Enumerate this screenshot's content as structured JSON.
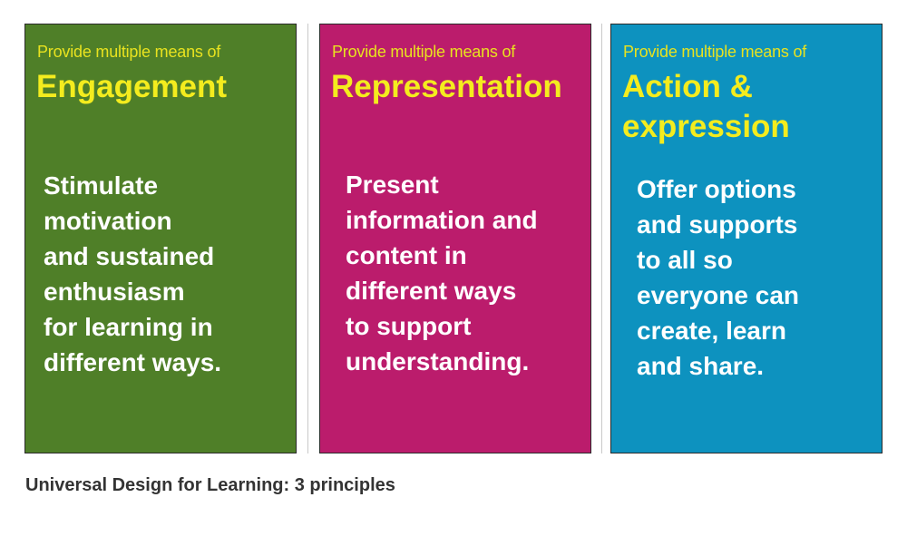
{
  "principles": [
    {
      "kicker": "Provide multiple means of",
      "heading": "Engagement",
      "body": "Stimulate\nmotivation\nand sustained\nenthusiasm\nfor learning in\ndifferent ways."
    },
    {
      "kicker": "Provide multiple means of",
      "heading": "Representation",
      "body": "Present\ninformation and\ncontent in\ndifferent ways\nto support\nunderstanding."
    },
    {
      "kicker": "Provide multiple means of",
      "heading": "Action &\nexpression",
      "body": "Offer options\nand supports\nto all so\neveryone can\ncreate, learn\nand share."
    }
  ],
  "caption": "Universal Design for Learning: 3 principles",
  "colors": {
    "engagement": "#4f7f28",
    "representation": "#bb1c6c",
    "action_expression": "#0d92bf",
    "heading": "#f4ec1e",
    "body": "#ffffff"
  }
}
